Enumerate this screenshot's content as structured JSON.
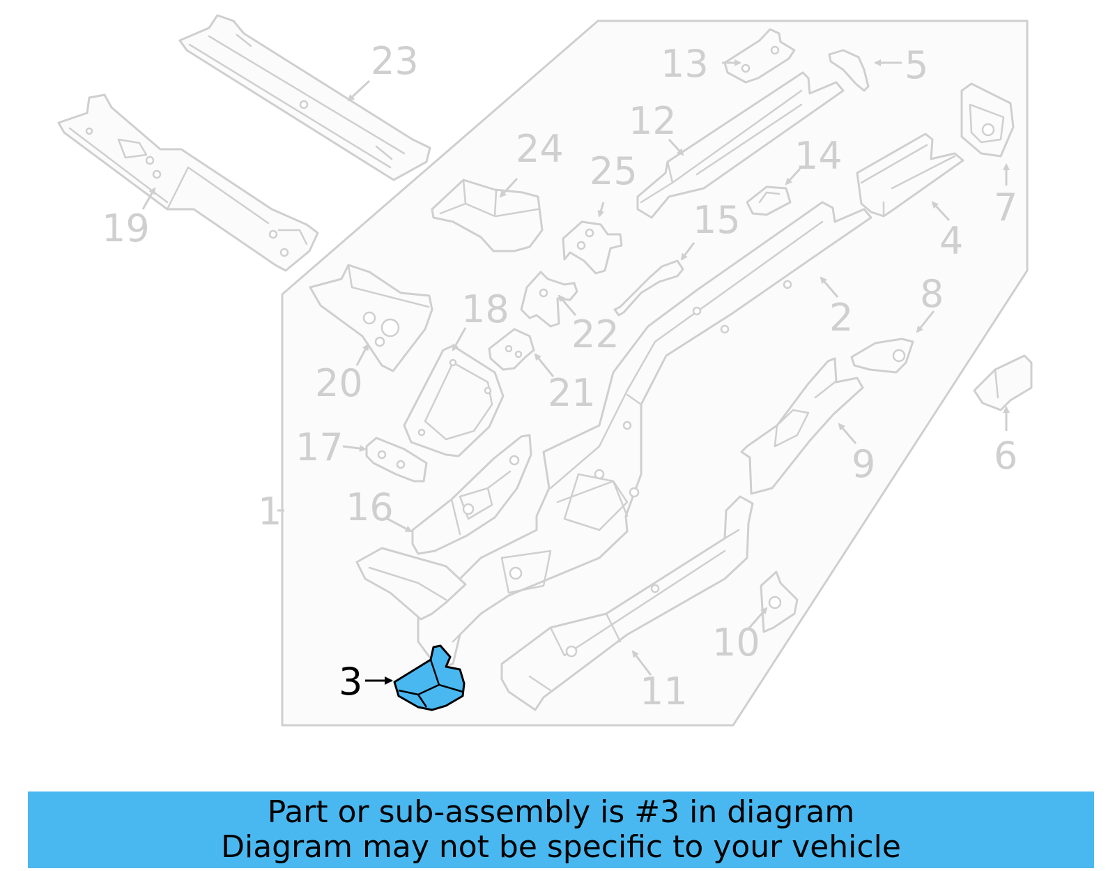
{
  "diagram": {
    "highlight_color": "#4ab8f0",
    "highlighted_part": "3",
    "callouts": {
      "c1": "1",
      "c2": "2",
      "c3": "3",
      "c4": "4",
      "c5": "5",
      "c6": "6",
      "c7": "7",
      "c8": "8",
      "c9": "9",
      "c10": "10",
      "c11": "11",
      "c12": "12",
      "c13": "13",
      "c14": "14",
      "c15": "15",
      "c16": "16",
      "c17": "17",
      "c18": "18",
      "c19": "19",
      "c20": "20",
      "c21": "21",
      "c22": "22",
      "c23": "23",
      "c24": "24",
      "c25": "25"
    }
  },
  "banner": {
    "line1": "Part or sub-assembly is #3 in diagram",
    "line2": "Diagram may not be specific to your vehicle"
  }
}
